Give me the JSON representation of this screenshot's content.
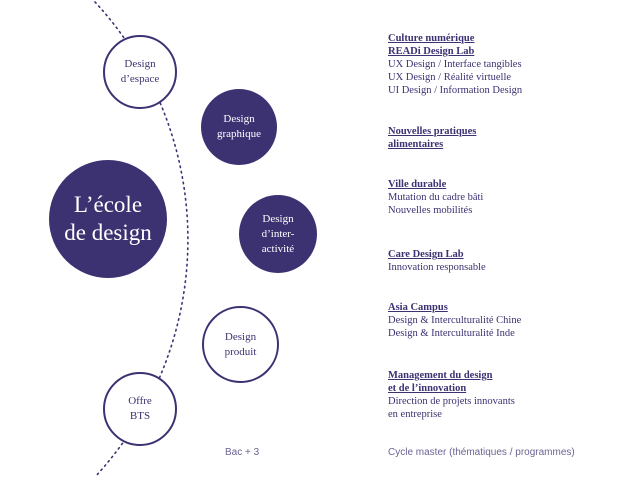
{
  "center": {
    "label": "L’école\nde design"
  },
  "left_nodes": [
    {
      "label": "Design\nd’espace"
    },
    {
      "label": "Offre\nBTS"
    }
  ],
  "inner_nodes": [
    {
      "label": "Design\ngraphique"
    },
    {
      "label": "Design\nd’inter-\nactivité"
    },
    {
      "label": "Design\nproduit"
    }
  ],
  "programs": [
    {
      "title": "Culture numérique\nREADi Design Lab",
      "lines": "UX Design / Interface tangibles\nUX Design / Réalité virtuelle\nUI Design / Information Design"
    },
    {
      "title": "Nouvelles pratiques\nalimentaires",
      "lines": ""
    },
    {
      "title": "Ville durable",
      "lines": "Mutation du cadre bâti\nNouvelles mobilités"
    },
    {
      "title": "Care Design Lab",
      "lines": "Innovation responsable"
    },
    {
      "title": "Asia Campus",
      "lines": "Design & Interculturalité Chine\nDesign & Interculturalité Inde"
    },
    {
      "title": "Management du design\net de l’innovation",
      "lines": "Direction de projets innovants\nen entreprise"
    }
  ],
  "footer": {
    "left": "Bac + 3",
    "right": "Cycle master (thématiques / programmes)"
  },
  "colors": {
    "primary": "#3c3272",
    "muted": "#6b6494"
  }
}
